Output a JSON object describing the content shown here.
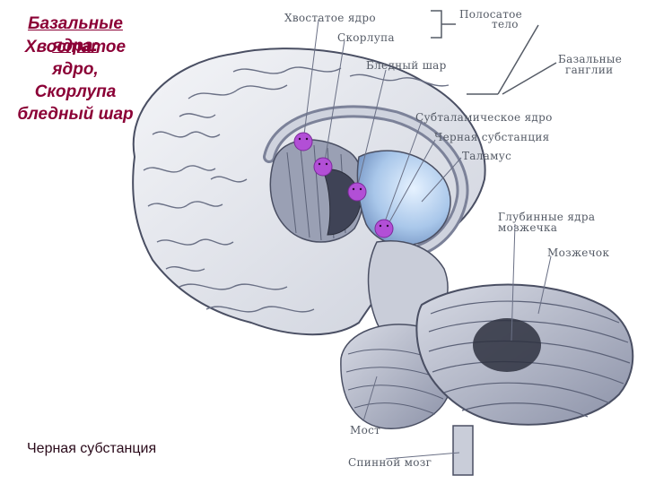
{
  "caption": {
    "heading": "Базальные ядра:",
    "lines": [
      "Хвостатое ядро,",
      "Скорлупа",
      "бледный шар"
    ],
    "bottom": "Черная субстанция"
  },
  "labels": {
    "caudate": "Хвостатое ядро",
    "putamen": "Скорлупа",
    "striatum_1": "Полосатое",
    "striatum_2": "тело",
    "globus_pallidus": "Бледный шар",
    "basal_ganglia_1": "Базальные",
    "basal_ganglia_2": "ганглии",
    "subthalamic": "Субталамическое ядро",
    "substantia_nigra": "Черная субстанция",
    "thalamus": "Таламус",
    "deep_cerebellar_1": "Глубинные ядра",
    "deep_cerebellar_2": "мозжечка",
    "cerebellum": "Мозжечок",
    "pons": "Мост",
    "spinal_cord": "Спинной мозг"
  },
  "colors": {
    "caption": "#8b0036",
    "marker": "#b24fd6",
    "brain_stroke": "#4a4f63",
    "brain_fill": "#d9dce6",
    "blue_fill": "#a9c7ea"
  }
}
